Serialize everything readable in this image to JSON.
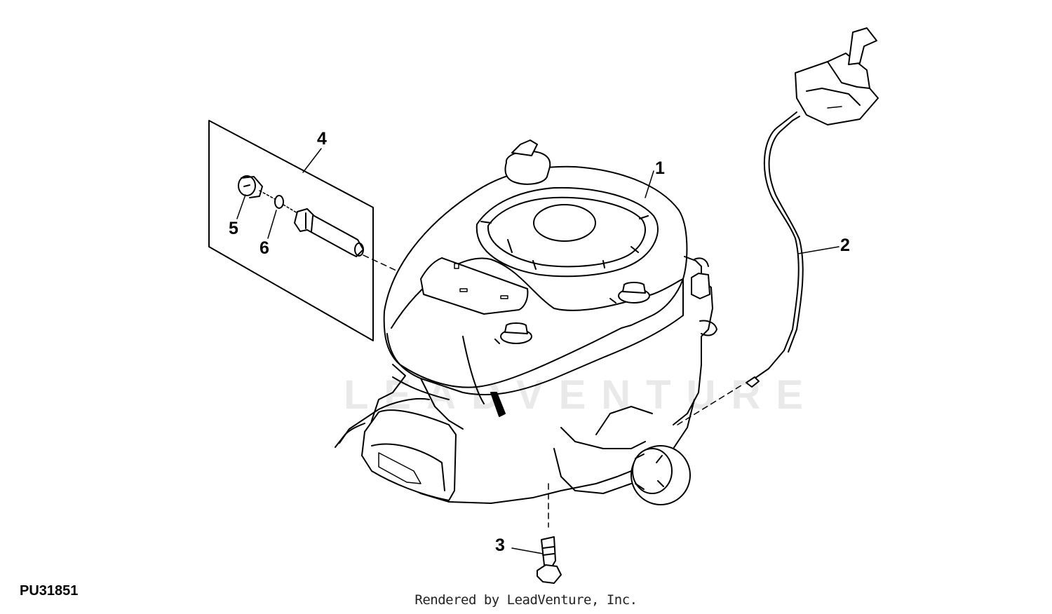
{
  "diagram": {
    "figure_id": "PU31851",
    "credit": "Rendered by LeadVenture, Inc.",
    "watermark": "LEADVENTURE",
    "callouts": [
      {
        "id": "1",
        "label": "1",
        "part": "engine"
      },
      {
        "id": "2",
        "label": "2",
        "part": "throttle-control-cable"
      },
      {
        "id": "3",
        "label": "3",
        "part": "flange-bolt"
      },
      {
        "id": "4",
        "label": "4",
        "part": "oil-drain-kit"
      },
      {
        "id": "5",
        "label": "5",
        "part": "drain-cap"
      },
      {
        "id": "6",
        "label": "6",
        "part": "o-ring"
      }
    ]
  }
}
